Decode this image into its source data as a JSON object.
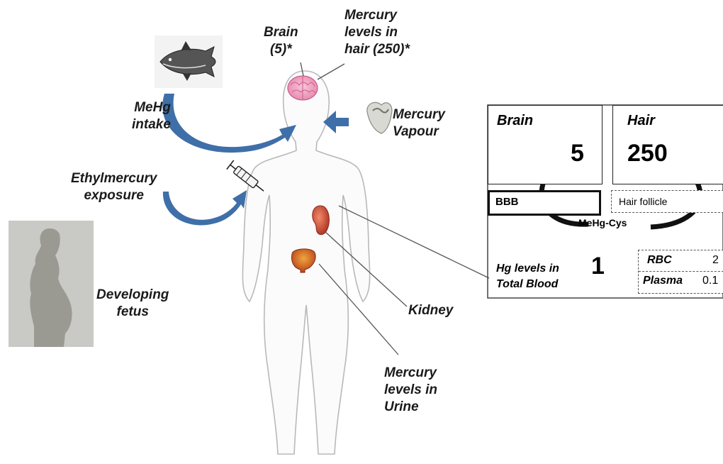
{
  "labels": {
    "brain": "Brain\n(5)*",
    "mercury_hair": "Mercury\nlevels in\nhair (250)*",
    "mehg_intake": "MeHg\nintake",
    "mercury_vapour": "Mercury\nVapour",
    "ethylmercury": "Ethylmercury\nexposure",
    "developing_fetus": "Developing\nfetus",
    "kidney": "Kidney",
    "mercury_urine": "Mercury\nlevels in\nUrine"
  },
  "panel": {
    "brain_title": "Brain",
    "brain_value": "5",
    "hair_title": "Hair",
    "hair_value": "250",
    "bbb": "BBB",
    "hair_follicle": "Hair follicle",
    "mehg_cys": "MeHg-Cys",
    "blood_label": "Hg levels in\nTotal Blood",
    "blood_value": "1",
    "rbc_label": "RBC",
    "rbc_value": "2",
    "plasma_label": "Plasma",
    "plasma_value": "0.1"
  },
  "colors": {
    "arrow_blue": "#3f6fa8",
    "body_outline": "#b9b9b9",
    "silhouette": "#9b9a92",
    "silhouette_bg": "#c9c9c5"
  }
}
